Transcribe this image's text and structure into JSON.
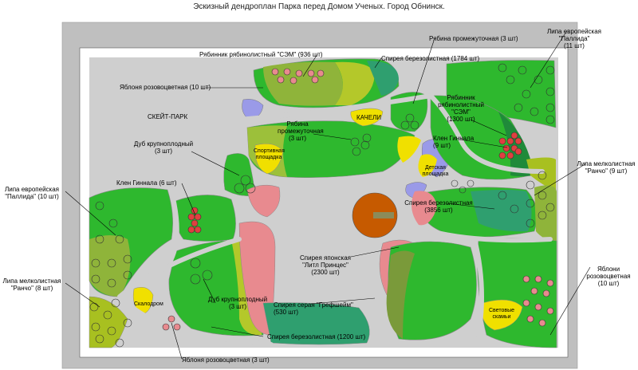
{
  "title": "Эскизный дендроплан Парка перед Домом Ученых. Город Обнинск.",
  "colors": {
    "outer_gray": "#bfbfbf",
    "path_gray": "#cfcfcf",
    "green": "#2eb82e",
    "dark_green": "#1f8a3a",
    "yellow_green": "#a8c020",
    "olive": "#7a9a3a",
    "teal": "#2f8f6f",
    "pink": "#e88a8f",
    "yellow": "#f0e000",
    "lilac": "#9a9ae8",
    "orange": "#c65a00",
    "red_tree": "#e04040"
  },
  "zones": {
    "skate": "СКЕЙТ-ПАРК",
    "kacheli": "КАЧЕЛИ",
    "sport": "Спортивная площадка",
    "kids": "Детская площадка",
    "skalodrom": "Скалодром",
    "benches": "Световые скамьи"
  },
  "labels": {
    "ryab_top": "Рябинник рябинолистный \"СЭМ\" (936 шт)",
    "ryabina_top": "Рябина промежуточная (3 шт)",
    "spirea_top": "Спирея березолистная (1784 шт)",
    "lipa_eu_right_1": "Липа европейская",
    "lipa_eu_right_2": "\"Паллида\"",
    "lipa_eu_right_3": "(11 шт)",
    "yablonya_10": "Яблоня розовоцветная (10 шт)",
    "ryabina_mid_1": "Рябина",
    "ryabina_mid_2": "промежуточная",
    "ryabina_mid_3": "(3 шт)",
    "ryab_right_1": "Рябинник",
    "ryab_right_2": "рябинолистный",
    "ryab_right_3": "\"СЭМ\"",
    "ryab_right_4": "(1300 шт)",
    "dub_top_1": "Дуб крупноплодный",
    "dub_top_2": "(3 шт)",
    "klen_right_1": "Клен Гиннала",
    "klen_right_2": "(9 шт)",
    "lipa_mk_right_1": "Липа мелколистная",
    "lipa_mk_right_2": "\"Ранчо\" (9 шт)",
    "klen_left": "Клен Гиннала (6 шт)",
    "lipa_eu_left_1": "Липа европейская",
    "lipa_eu_left_2": "\"Паллида\" (10 шт)",
    "spirea_mid_1": "Спирея березолистная",
    "spirea_mid_2": "(3856 шт)",
    "spirea_jap_1": "Спирея японская",
    "spirea_jap_2": "\"Литл Принцес\"",
    "spirea_jap_3": "(2300 шт)",
    "lipa_mk_left_1": "Липа мелколистная",
    "lipa_mk_left_2": "\"Ранчо\" (8 шт)",
    "dub_bottom_1": "Дуб крупноплодный",
    "dub_bottom_2": "(3 шт)",
    "spirea_gray_1": "Спирея серая \"Грефшейм\"",
    "spirea_gray_2": "(530 шт)",
    "yablonya_right_1": "Яблони",
    "yablonya_right_2": "розовоцветная",
    "yablonya_right_3": "(10 шт)",
    "spirea_bottom": "Спирея березолистная (1200 шт)",
    "yablonya_3": "Яблоня розовоцветная (3 шт)"
  }
}
